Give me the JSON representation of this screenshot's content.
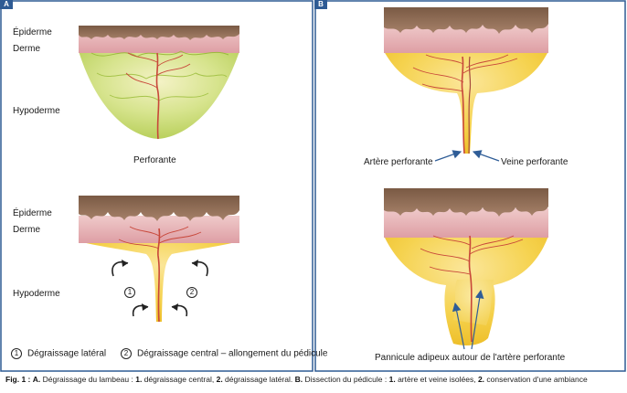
{
  "panels": {
    "a_tag": "A",
    "b_tag": "B"
  },
  "labels": {
    "epiderme_top": "Épiderme",
    "derme_top": "Derme",
    "hypoderme_top": "Hypoderme",
    "perforante": "Perforante",
    "epiderme_bottom": "Épiderme",
    "derme_bottom": "Derme",
    "hypoderme_bottom": "Hypoderme",
    "arrow_1": "1",
    "arrow_2": "2",
    "legend_1_num": "1",
    "legend_1_text": "Dégraissage latéral",
    "legend_2_num": "2",
    "legend_2_text": "Dégraissage central – allongement du pédicule",
    "artere_perforante": "Artère perforante",
    "veine_perforante": "Veine perforante",
    "pannicule": "Pannicule adipeux autour de l'artère perforante"
  },
  "caption": {
    "fig_label": "Fig. 1 :",
    "a_label": "A.",
    "a_text": " Dégraissage du lambeau : ",
    "a1_num": "1.",
    "a1_text": " dégraissage central, ",
    "a2_num": "2.",
    "a2_text": " dégraissage latéral. ",
    "b_label": "B.",
    "b_text": " Dissection du pédicule : ",
    "b1_num": "1.",
    "b1_text": " artère et veine isolées, ",
    "b2_num": "2.",
    "b2_text": " conservation d'une ambiance"
  },
  "colors": {
    "border": "#2e5b94",
    "epidermis": "#8a6a52",
    "dermis": "#e7b7b7",
    "fat_yellow": "#f3cf45",
    "fat_green": "#c4d86d",
    "vessel": "#c8473a",
    "arrow_blue": "#2f5d97"
  }
}
